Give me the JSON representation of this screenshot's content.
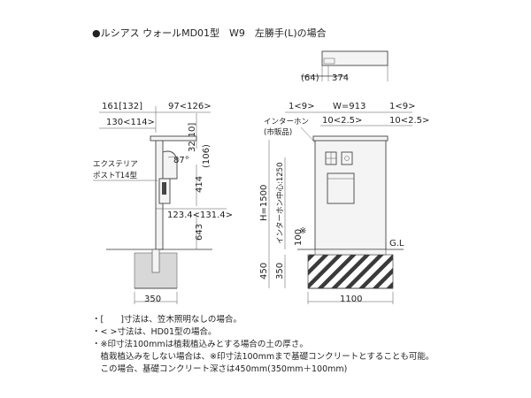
{
  "title": "●ルシアス ウォールMD01型　W9　左勝手(L)の場合",
  "top_view": {
    "dim_left": "(64)",
    "dim_width": "374"
  },
  "side_view": {
    "dim_161": "161[132]",
    "dim_97": "97<126>",
    "dim_130": "130<114>",
    "dim_32": "32[10]",
    "dim_106": "(106)",
    "angle": "87°",
    "dim_414": "414",
    "dim_123": "123.4<131.4>",
    "dim_643": "643",
    "dim_450": "450",
    "dim_350_v": "350",
    "dim_350_h": "350",
    "post_label_1": "エクステリア",
    "post_label_2": "ポストT14型"
  },
  "front_view": {
    "dim_1_left": "1<9>",
    "dim_w": "W=913",
    "dim_1_right": "1<9>",
    "dim_10_left": "10<2.5>",
    "dim_10_right": "10<2.5>",
    "intercom_1": "インターホン",
    "intercom_2": "(市販品)",
    "dim_h": "H=1500",
    "dim_center": "インターホン中心:1250",
    "dim_100": "100",
    "mark": "※",
    "gl": "G.L",
    "dim_1100": "1100"
  },
  "notes": [
    "・[　　]寸法は、笠木照明なしの場合。",
    "・< >寸法は、HD01型の場合。",
    "・※印寸法100mmは植栽植込みとする場合の土の厚さ。",
    "　植栽植込みをしない場合は、※印寸法100mmまで基礎コンクリートとすることも可能。",
    "　この場合、基礎コンクリート深さは450mm(350mm＋100mm)"
  ]
}
